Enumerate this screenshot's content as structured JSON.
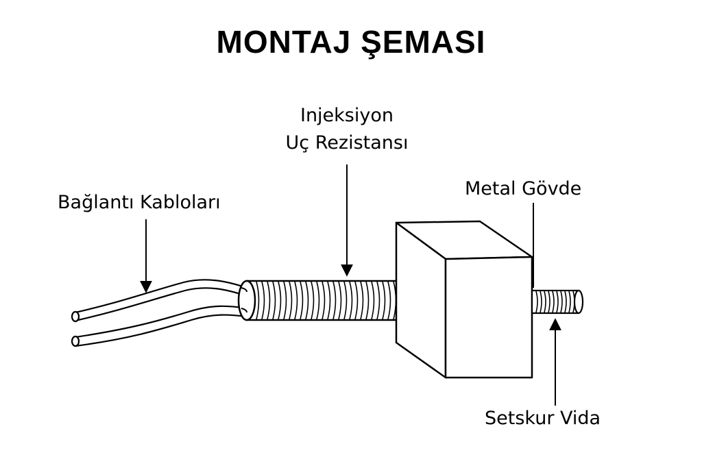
{
  "title": "MONTAJ ŞEMASI",
  "labels": {
    "wires": "Bağlantı Kabloları",
    "heater_line1": "Injeksiyon",
    "heater_line2": "Uç Rezistansı",
    "body": "Metal Gövde",
    "screw": "Setskur Vida"
  },
  "colors": {
    "stroke": "#000000",
    "background": "#ffffff"
  }
}
